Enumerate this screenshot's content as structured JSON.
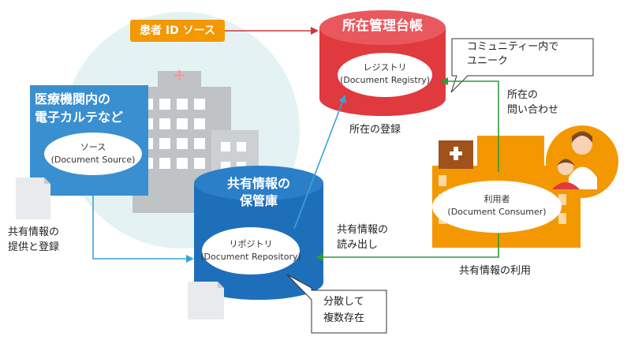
{
  "patient_id_source": "患者 ID ソース",
  "registry": {
    "title": "所在管理台帳",
    "name_ja": "レジストリ",
    "name_en": "(Document Registry)",
    "callout_line1": "コミュニティー内で",
    "callout_line2": "ユニーク"
  },
  "source": {
    "title_line1": "医療機関内の",
    "title_line2": "電子カルテなど",
    "name_ja": "ソース",
    "name_en": "(Document Source)"
  },
  "repository": {
    "title_line1": "共有情報の",
    "title_line2": "保管庫",
    "name_ja": "リポジトリ",
    "name_en": "(Document Repository)",
    "callout_line1": "分散して",
    "callout_line2": "複数存在"
  },
  "consumer": {
    "name_ja": "利用者",
    "name_en": "(Document Consumer)"
  },
  "labels": {
    "location_registration": "所在の登録",
    "location_query_line1": "所在の",
    "location_query_line2": "問い合わせ",
    "provide_register_line1": "共有情報の",
    "provide_register_line2": "提供と登録",
    "read_out_line1": "共有情報の",
    "read_out_line2": "読み出し",
    "use": "共有情報の利用"
  },
  "colors": {
    "red": "#e0393e",
    "orange": "#f39800",
    "blue": "#1e6fba",
    "source_blue": "#3a8fd0",
    "green": "#2f9a3a",
    "arrow_blue": "#3aa3d9",
    "arrow_red": "#c8393b"
  }
}
